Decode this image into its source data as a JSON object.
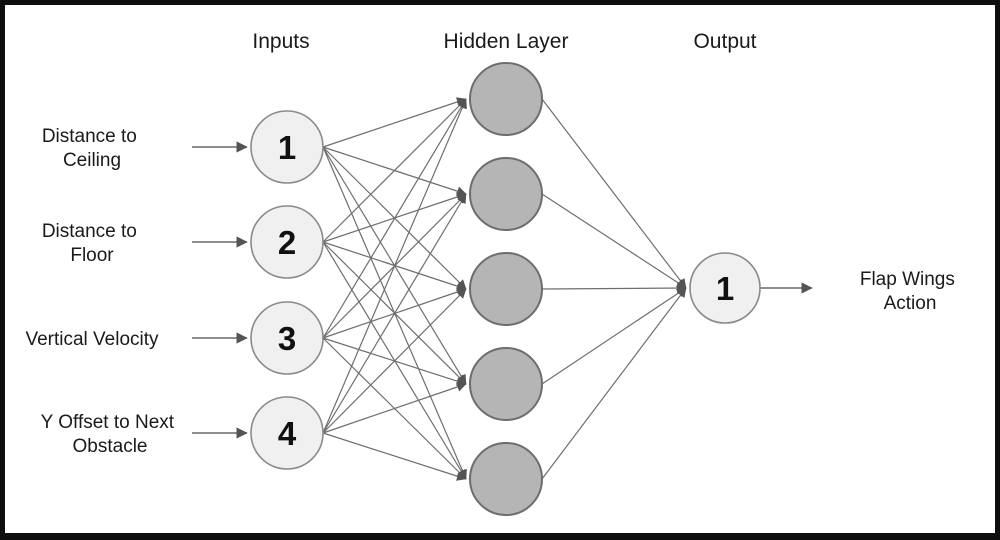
{
  "diagram": {
    "type": "neural-network",
    "headers": {
      "inputs": "Inputs",
      "hidden": "Hidden Layer",
      "output": "Output"
    },
    "input_layer": {
      "nodes": [
        {
          "number": "1",
          "label_lines": [
            "Distance to",
            "Ceiling"
          ]
        },
        {
          "number": "2",
          "label_lines": [
            "Distance to",
            "Floor"
          ]
        },
        {
          "number": "3",
          "label_lines": [
            "Vertical Velocity"
          ]
        },
        {
          "number": "4",
          "label_lines": [
            "Y Offset to Next",
            "Obstacle"
          ]
        }
      ]
    },
    "hidden_layer": {
      "node_count": 5
    },
    "output_layer": {
      "node": {
        "number": "1",
        "label_lines": [
          "Flap Wings",
          "Action"
        ]
      }
    },
    "colors": {
      "background": "#ffffff",
      "frame": "#0e0e0e",
      "input_node_fill": "#f0f0f0",
      "input_node_stroke": "#8a8a8a",
      "hidden_node_fill": "#b5b5b5",
      "hidden_node_stroke": "#6d6d6d",
      "edge": "#6e6e6e",
      "arrowhead": "#545454",
      "text": "#1a1a1a"
    }
  }
}
